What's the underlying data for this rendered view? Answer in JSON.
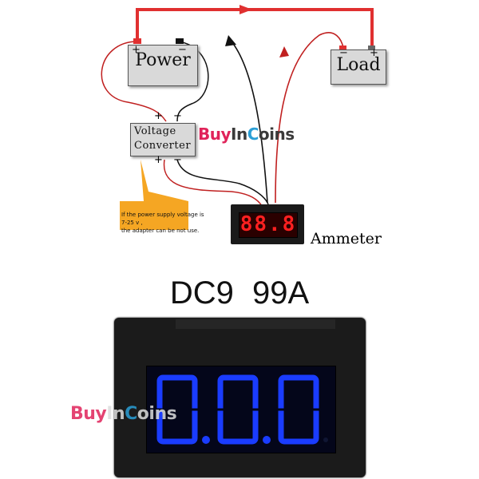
{
  "power": {
    "label": "Power",
    "plus": "+",
    "minus": "−"
  },
  "load": {
    "label": "Load",
    "minus": "−",
    "plus": "+"
  },
  "converter": {
    "line1": "Voltage",
    "line2": "Converter",
    "top_plus": "+",
    "top_minus": "−",
    "bottom_plus": "+",
    "bottom_minus": "−"
  },
  "brand": {
    "part1": "Buy",
    "part2": "In",
    "part3": "C",
    "part4": "oins"
  },
  "note": {
    "line1": "If the power supply voltage is 7-25 v ,",
    "line2": "the adapter can be not use."
  },
  "ammeter": {
    "digits": "88.8",
    "label": "Ammeter"
  },
  "title": "DC9  99A",
  "meter_display": {
    "digits": [
      "0",
      "0",
      "0"
    ],
    "color": "#1a3cff"
  },
  "colors": {
    "wire_red": "#e03030",
    "wire_black": "#111111",
    "accent_orange": "#f5a623"
  }
}
